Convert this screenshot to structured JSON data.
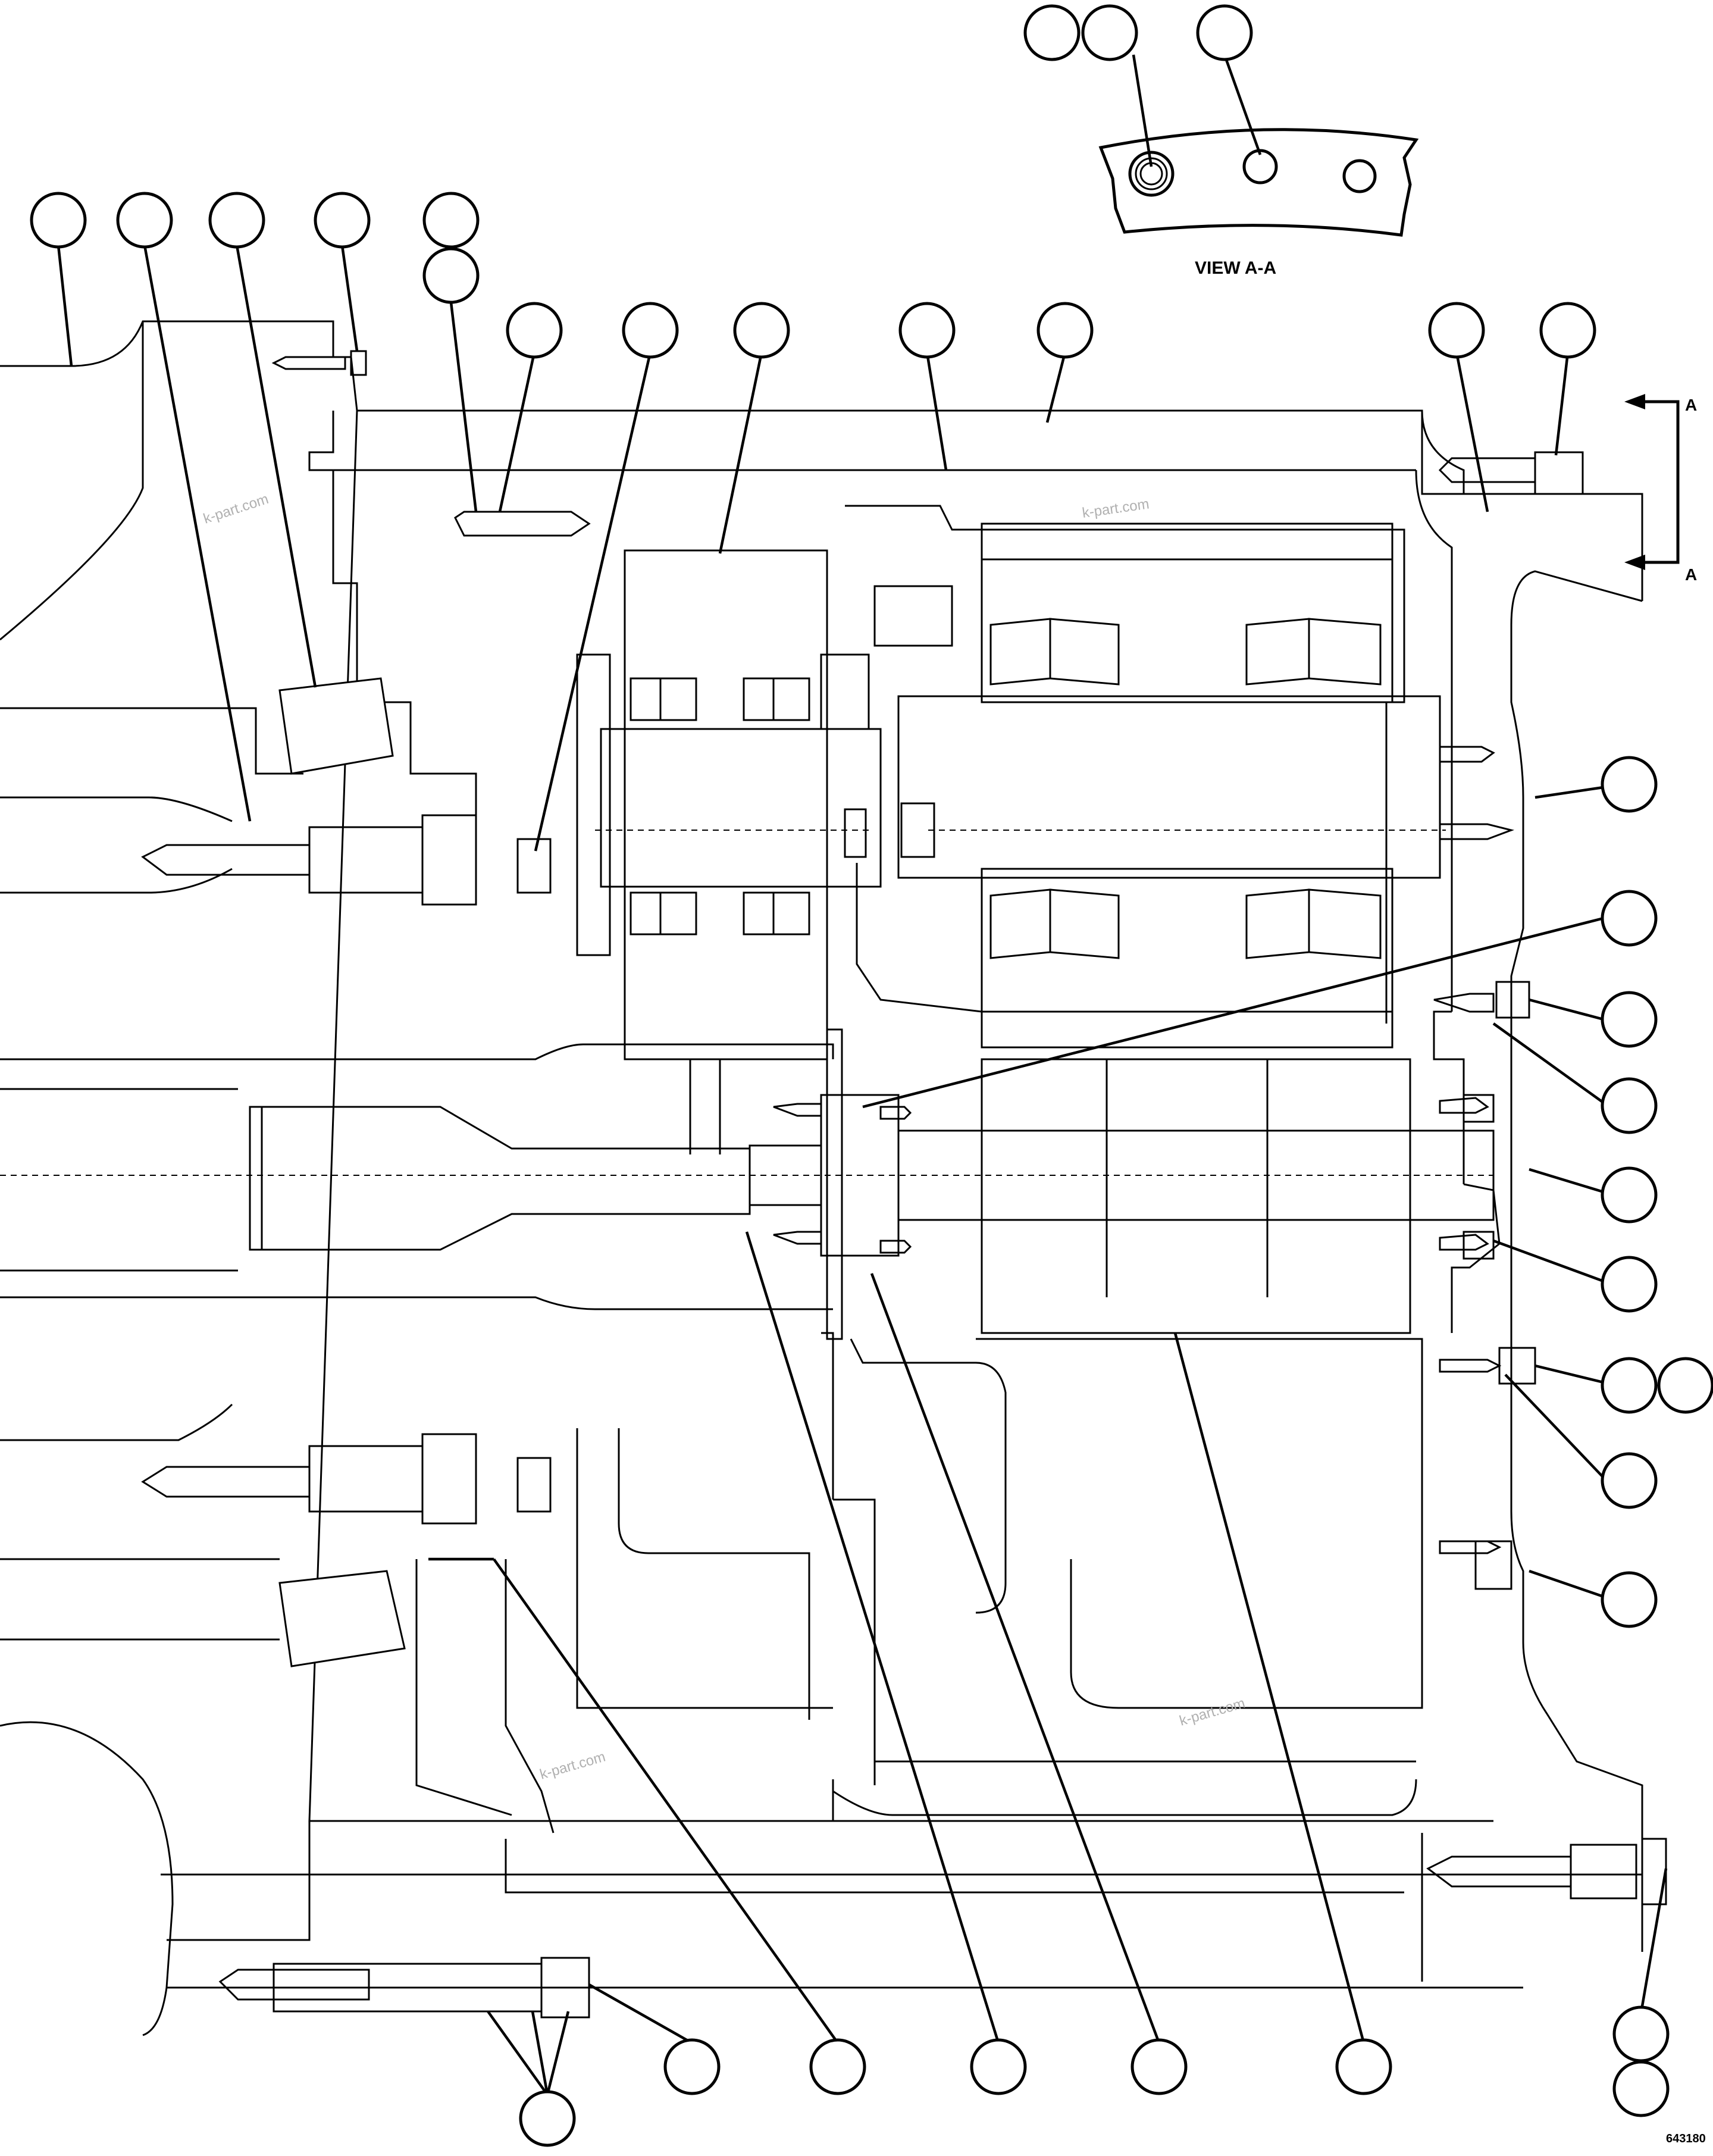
{
  "view_title": "VIEW A-A",
  "section_marker_top": "A",
  "section_marker_bottom": "A",
  "drawing_number": "643180",
  "watermark": "k-part.com",
  "callout_balloons": [
    {
      "id": "c1"
    },
    {
      "id": "c2"
    },
    {
      "id": "c3"
    },
    {
      "id": "c4"
    },
    {
      "id": "c5"
    },
    {
      "id": "c6"
    },
    {
      "id": "c7"
    },
    {
      "id": "c8"
    },
    {
      "id": "c9"
    },
    {
      "id": "c10"
    },
    {
      "id": "c11"
    },
    {
      "id": "c12"
    },
    {
      "id": "c13"
    },
    {
      "id": "c14"
    },
    {
      "id": "c15"
    },
    {
      "id": "c16"
    },
    {
      "id": "c17"
    },
    {
      "id": "c18"
    },
    {
      "id": "c19"
    },
    {
      "id": "c20"
    },
    {
      "id": "c21"
    },
    {
      "id": "c22"
    },
    {
      "id": "c23"
    },
    {
      "id": "c24"
    },
    {
      "id": "c25"
    },
    {
      "id": "c26"
    },
    {
      "id": "c27"
    },
    {
      "id": "c28"
    },
    {
      "id": "c29"
    },
    {
      "id": "c30"
    },
    {
      "id": "c31"
    },
    {
      "id": "c32"
    },
    {
      "id": "c33"
    }
  ]
}
